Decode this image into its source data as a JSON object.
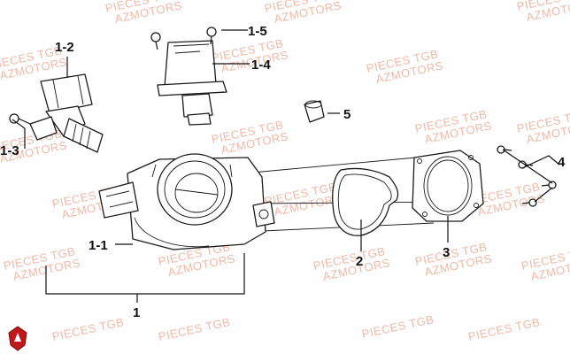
{
  "watermark": {
    "line1": "PIECES TGB",
    "line2": "AZMOTORS",
    "color": "#f2b8a6"
  },
  "callouts": {
    "c1": "1",
    "c1_1": "1-1",
    "c1_2": "1-2",
    "c1_3": "1-3",
    "c1_4": "1-4",
    "c1_5": "1-5",
    "c2": "2",
    "c3": "3",
    "c4": "4",
    "c5": "5"
  },
  "logo": {
    "icon": "az-shield-logo",
    "color": "#c0181c"
  }
}
